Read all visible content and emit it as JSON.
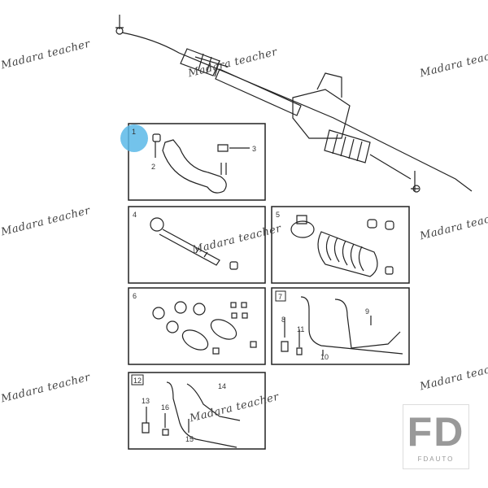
{
  "diagram": {
    "boxes": [
      {
        "label": "1",
        "callouts": [
          "2",
          "3"
        ]
      },
      {
        "label": "4",
        "callouts": []
      },
      {
        "label": "5",
        "callouts": []
      },
      {
        "label": "6",
        "callouts": []
      },
      {
        "label": "7",
        "callouts": [
          "8",
          "9",
          "10",
          "11"
        ]
      },
      {
        "label": "12",
        "callouts": [
          "13",
          "14",
          "15",
          "16"
        ]
      }
    ],
    "highlight_color": "#5bb8e8"
  },
  "watermark": {
    "text": "Madara teacher"
  },
  "logo": {
    "mark": "FD",
    "name": "FDAUTO"
  }
}
